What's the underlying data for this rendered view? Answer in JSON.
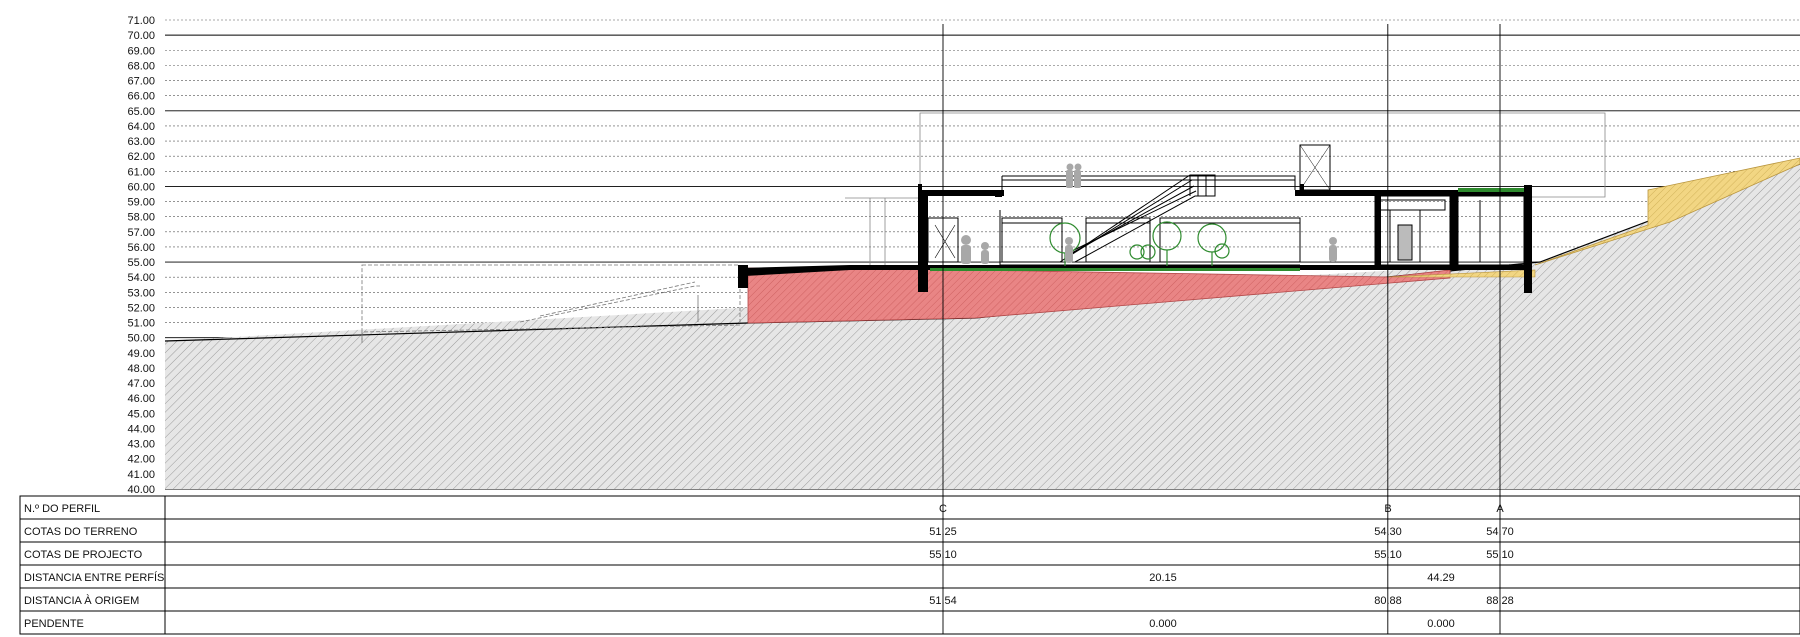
{
  "elevation_scale": {
    "min": 40.0,
    "max": 71.0,
    "labels": [
      "71.00",
      "70.00",
      "69.00",
      "68.00",
      "67.00",
      "66.00",
      "65.00",
      "64.00",
      "63.00",
      "62.00",
      "61.00",
      "60.00",
      "59.00",
      "58.00",
      "57.00",
      "56.00",
      "55.00",
      "54.00",
      "53.00",
      "52.00",
      "51.00",
      "50.00",
      "49.00",
      "48.00",
      "47.00",
      "46.00",
      "45.00",
      "44.00",
      "43.00",
      "42.00",
      "41.00",
      "40.00"
    ],
    "solid_lines_every": 5
  },
  "profiles": [
    {
      "name": "C",
      "distance": 51.54,
      "terrain": "51.25",
      "project": "55.10",
      "origin": "51.54"
    },
    {
      "name": "B",
      "distance": 80.88,
      "terrain": "54.30",
      "project": "55.10",
      "origin": "80.88"
    },
    {
      "name": "A",
      "distance": 88.28,
      "terrain": "54.70",
      "project": "55.10",
      "origin": "88.28"
    }
  ],
  "table": {
    "rows": [
      {
        "label": "N.º DO PERFIL"
      },
      {
        "label": "COTAS DO TERRENO"
      },
      {
        "label": "COTAS DE PROJECTO"
      },
      {
        "label": "DISTANCIA ENTRE PERFÍS"
      },
      {
        "label": "DISTANCIA À ORIGEM"
      },
      {
        "label": "PENDENTE"
      }
    ],
    "between": [
      {
        "from": "C",
        "to": "B",
        "distance": "20.15",
        "slope": "0.000"
      },
      {
        "from": "B",
        "to": "A",
        "distance": "44.29",
        "slope": "0.000"
      }
    ]
  },
  "colors": {
    "cut_fill": "#e47a7a",
    "embankment_fill": "#f0d078",
    "ground_hatch": "#c8c8c8",
    "vegetation": "#2e8b2e",
    "structure": "#000000",
    "figures": "#a8a8a8"
  }
}
